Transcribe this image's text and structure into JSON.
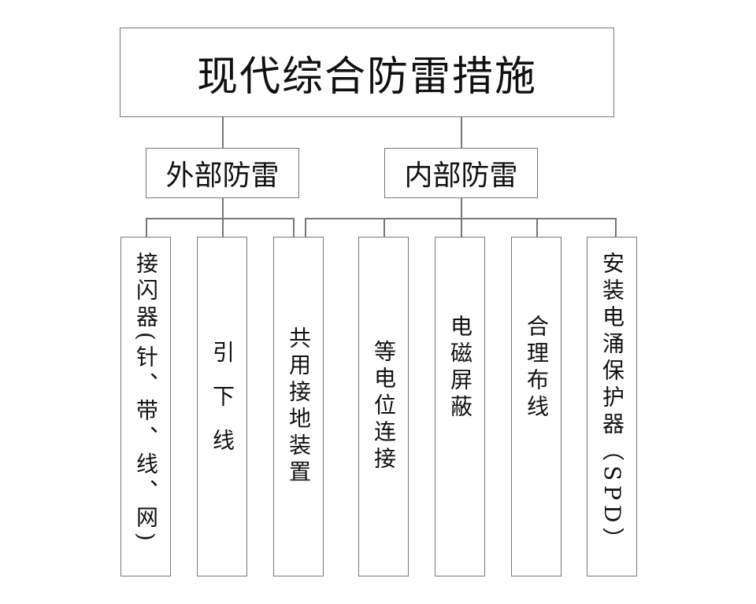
{
  "title": "现代综合防雷措施",
  "categories": [
    {
      "label": "外部防雷",
      "items": [
        "接闪器(针、带、线、网)",
        "引下线",
        "共用接地装置"
      ]
    },
    {
      "label": "内部防雷",
      "items": [
        "等电位连接",
        "电磁屏蔽",
        "合理布线",
        "安装电涌保护器（SPD）"
      ]
    }
  ]
}
